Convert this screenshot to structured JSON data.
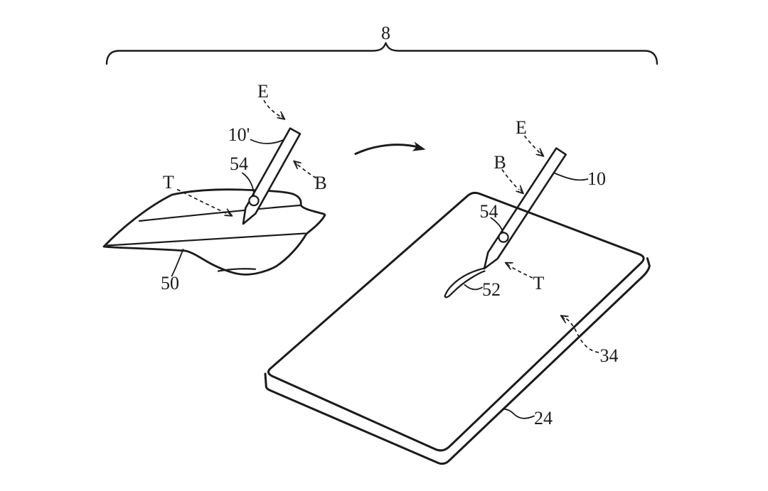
{
  "figure_labels": {
    "assembly": "8",
    "left": {
      "eraser": "E",
      "stylus_prime": "10'",
      "ring": "54",
      "body": "B",
      "tip": "T",
      "sheet": "50"
    },
    "right": {
      "eraser": "E",
      "body": "B",
      "stylus": "10",
      "ring": "54",
      "tip": "T",
      "stroke": "52",
      "surface": "34",
      "device": "24"
    }
  },
  "colors": {
    "ink": "#1b1b1b",
    "background": "#ffffff"
  }
}
